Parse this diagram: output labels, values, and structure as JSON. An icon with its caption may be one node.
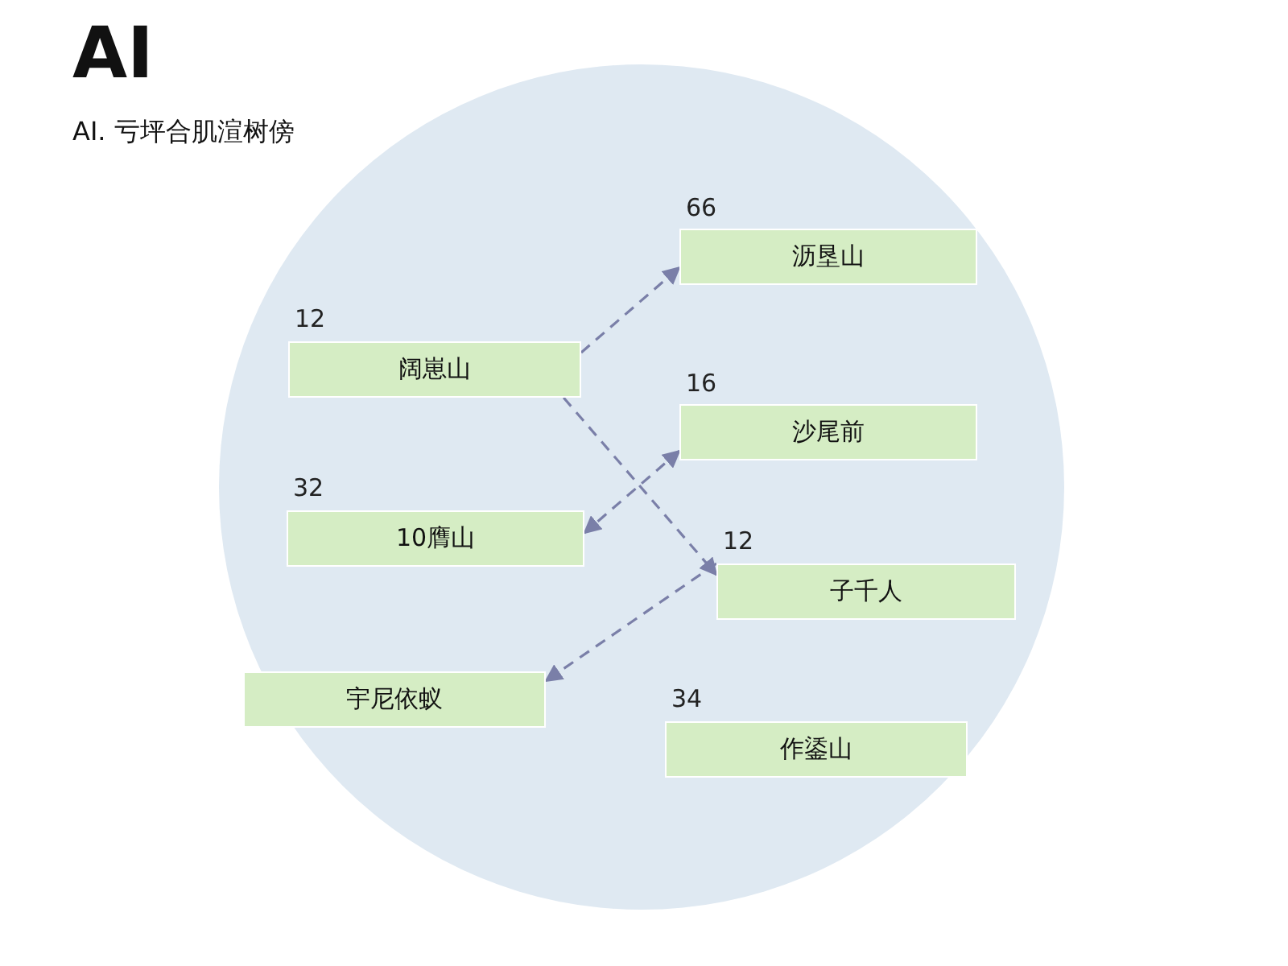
{
  "diagram": {
    "title": "AI",
    "nodes": [
      {
        "text": [],
        "shape": "circle"
      },
      {
        "text": [
          "阔崽山"
        ],
        "beside": [
          "12"
        ],
        "in": 0
      },
      {
        "text": [
          "沥垦山"
        ],
        "beside": [
          "66"
        ],
        "in": 0
      },
      {
        "text": [
          "沙尾前"
        ],
        "beside": [
          "16"
        ],
        "in": 0
      },
      {
        "text": [
          "10膺山"
        ],
        "beside": [
          "32"
        ],
        "in": 0
      },
      {
        "text": [
          "子千人"
        ],
        "beside": [
          "12"
        ],
        "in": 0
      },
      {
        "text": [
          "宇尼依蚁"
        ],
        "in": 0
      },
      {
        "text": [
          "作鋈山"
        ],
        "beside": [
          "34"
        ],
        "in": 0
      }
    ],
    "edges": [
      {
        "from": 1,
        "to": 2,
        "arrow": "to",
        "style": "dashed"
      },
      {
        "from": 1,
        "to": 5,
        "arrow": "to",
        "style": "dashed"
      },
      {
        "from": 3,
        "to": 4,
        "arrow": "both",
        "style": "dashed"
      },
      {
        "from": 5,
        "to": 6,
        "arrow": "to",
        "style": "dashed"
      }
    ],
    "labels": [
      "AI. 亏坪合肌渲树傍"
    ]
  }
}
